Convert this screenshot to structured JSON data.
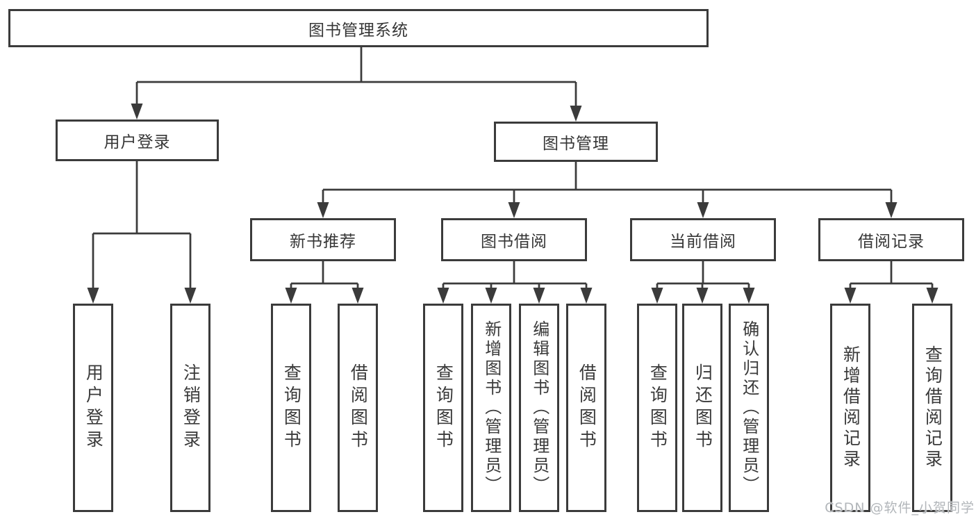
{
  "diagram": {
    "root": {
      "label": "图书管理系统"
    },
    "level2": [
      {
        "label": "用户登录"
      },
      {
        "label": "图书管理"
      }
    ],
    "level3": [
      {
        "label": "新书推荐"
      },
      {
        "label": "图书借阅"
      },
      {
        "label": "当前借阅"
      },
      {
        "label": "借阅记录"
      }
    ],
    "leaves": {
      "user": [
        "用户登录",
        "注销登录"
      ],
      "newbook": [
        "查询图书",
        "借阅图书"
      ],
      "borrow": [
        "查询图书",
        "新增图书（管理员）",
        "编辑图书（管理员）",
        "借阅图书"
      ],
      "current": [
        "查询图书",
        "归还图书",
        "确认归还（管理员）"
      ],
      "records": [
        "新增借阅记录",
        "查询借阅记录"
      ]
    }
  },
  "watermark": "CSDN @软件_小贺同学",
  "colors": {
    "line": "#3b3b3b",
    "box_border": "#3b3b3b",
    "text": "#363636",
    "watermark_text": "#b2b6ba",
    "background": "#ffffff"
  }
}
